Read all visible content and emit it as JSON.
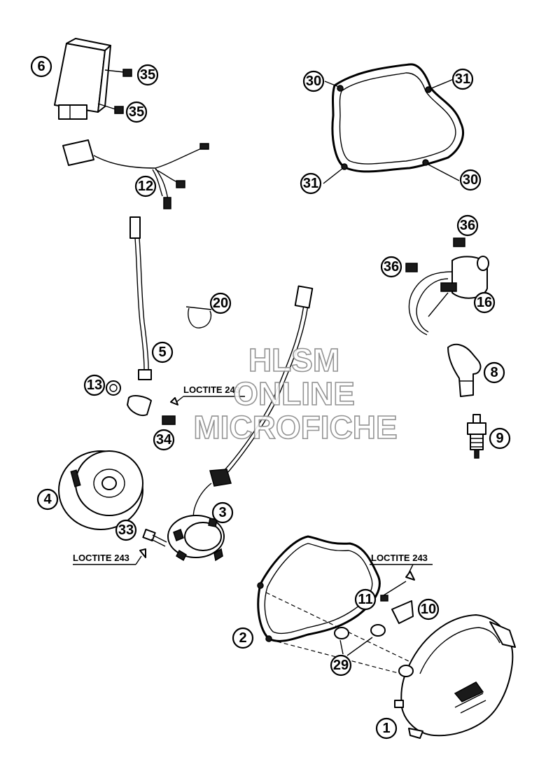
{
  "callouts": [
    {
      "label": "6"
    },
    {
      "label": "35"
    },
    {
      "label": "35"
    },
    {
      "label": "12"
    },
    {
      "label": "30"
    },
    {
      "label": "31"
    },
    {
      "label": "31"
    },
    {
      "label": "30"
    },
    {
      "label": "36"
    },
    {
      "label": "36"
    },
    {
      "label": "16"
    },
    {
      "label": "20"
    },
    {
      "label": "5"
    },
    {
      "label": "13"
    },
    {
      "label": "34"
    },
    {
      "label": "8"
    },
    {
      "label": "9"
    },
    {
      "label": "4"
    },
    {
      "label": "3"
    },
    {
      "label": "33"
    },
    {
      "label": "2"
    },
    {
      "label": "11"
    },
    {
      "label": "10"
    },
    {
      "label": "29"
    },
    {
      "label": "1"
    }
  ],
  "notes": {
    "loctite_a": "LOCTITE 243",
    "loctite_b": "LOCTITE 243",
    "loctite_c": "LOCTITE 243"
  },
  "watermark": {
    "line1": "HLSM",
    "line2": "ONLINE",
    "line3": "MICROFICHE"
  },
  "colors": {
    "ink": "#000000",
    "paper": "#ffffff",
    "watermark_outline": "#888888"
  }
}
